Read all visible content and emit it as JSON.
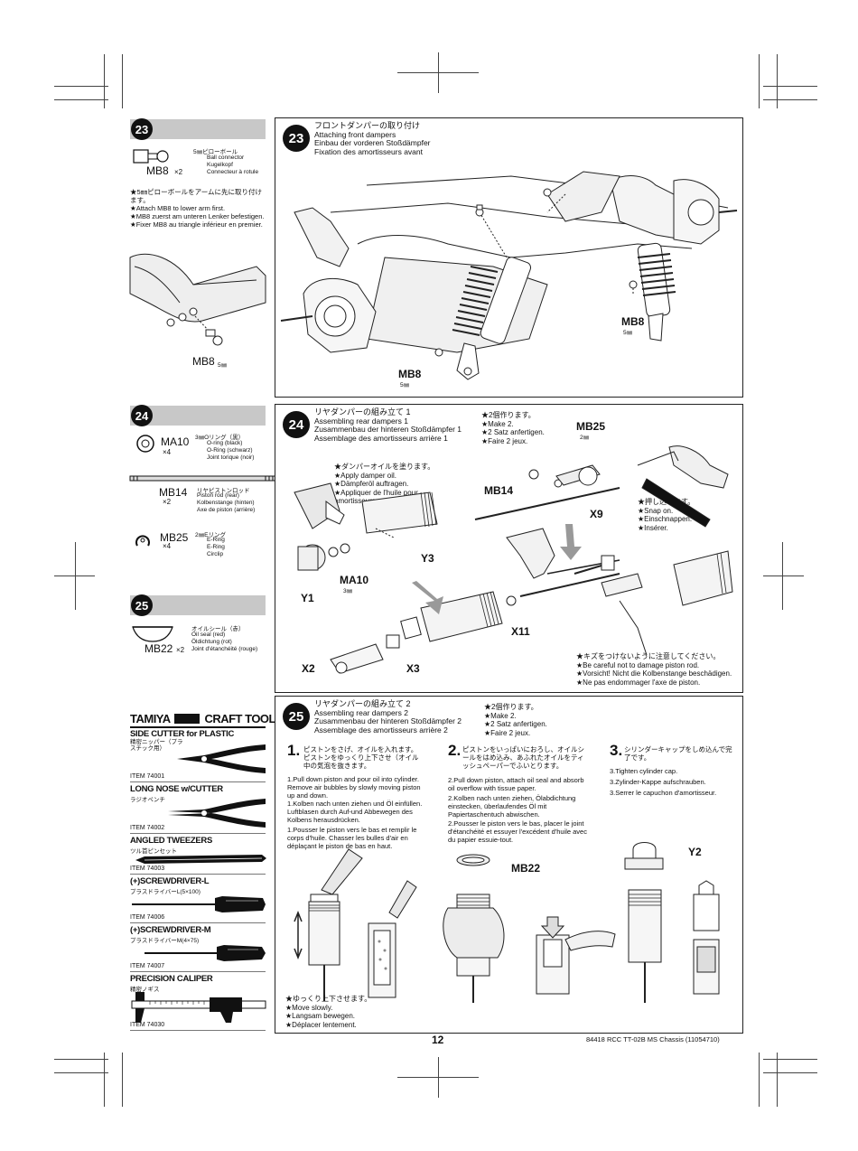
{
  "page_number": "12",
  "footer": "84418 RCC TT-02B MS Chassis (11054710)",
  "side23": {
    "num": "23",
    "jp": "5㎜ピローボール",
    "en": "Ball connector",
    "de": "Kugelkopf",
    "fr": "Connecteur à rotule",
    "code": "MB8",
    "qty": "×2",
    "note_jp": "★5㎜ピローボールをアームに先に取り付けます。",
    "note_en": "★Attach MB8 to lower arm first.",
    "note_de": "★MB8 zuerst am unteren Lenker befestigen.",
    "note_fr": "★Fixer MB8 au triangle inférieur en premier.",
    "fig_label": "MB8",
    "fig_size": "5㎜"
  },
  "side24": {
    "num": "24",
    "ma10_code": "MA10",
    "ma10_qty": "×4",
    "ma10_jp": "3㎜Oリング（黒）",
    "ma10_en": "O-ring (black)",
    "ma10_de": "O-Ring (schwarz)",
    "ma10_fr": "Joint torique (noir)",
    "mb14_code": "MB14",
    "mb14_qty": "×2",
    "mb14_jp": "リヤピストンロッド",
    "mb14_en": "Piston rod (rear)",
    "mb14_de": "Kolbenstange (hinten)",
    "mb14_fr": "Axe de piston (arrière)",
    "mb25_code": "MB25",
    "mb25_qty": "×4",
    "mb25_jp": "2㎜Eリング",
    "mb25_en": "E-Ring",
    "mb25_de": "E-Ring",
    "mb25_fr": "Circlip"
  },
  "side25": {
    "num": "25",
    "mb22_code": "MB22",
    "mb22_qty": "×2",
    "mb22_jp": "オイルシール（赤）",
    "mb22_en": "Oil seal (red)",
    "mb22_de": "Öldichtung (rot)",
    "mb22_fr": "Joint d'étanchéité (rouge)"
  },
  "tools": {
    "brand": "TAMIYA",
    "brand2": "CRAFT TOOLS",
    "items": [
      {
        "title": "SIDE CUTTER for PLASTIC",
        "jp": "精密ニッパー（プラスチック用）",
        "item": "ITEM 74001"
      },
      {
        "title": "LONG NOSE w/CUTTER",
        "jp": "ラジオペンチ",
        "item": "ITEM 74002"
      },
      {
        "title": "ANGLED TWEEZERS",
        "jp": "ツル首ピンセット",
        "item": "ITEM 74003"
      },
      {
        "title": "(+)SCREWDRIVER-L",
        "jp": "プラスドライバーL(5×100)",
        "item": "ITEM 74006"
      },
      {
        "title": "(+)SCREWDRIVER-M",
        "jp": "プラスドライバーM(4×75)",
        "item": "ITEM 74007"
      },
      {
        "title": "PRECISION CALIPER",
        "jp": "精密ノギス",
        "item": "ITEM 74030"
      }
    ]
  },
  "step23": {
    "num": "23",
    "jp": "フロントダンパーの取り付け",
    "en": "Attaching front dampers",
    "de": "Einbau der vorderen Stoßdämpfer",
    "fr": "Fixation des amortisseurs avant",
    "label1": "MB8",
    "label1_size": "5㎜",
    "label2": "MB8",
    "label2_size": "5㎜"
  },
  "step24": {
    "num": "24",
    "jp": "リヤダンパーの組み立て 1",
    "en": "Assembling rear dampers 1",
    "de": "Zusammenbau der hinteren Stoßdämpfer 1",
    "fr": "Assemblage des amortisseurs arrière 1",
    "make_jp": "★2個作ります。",
    "make_en": "★Make 2.",
    "make_de": "★2 Satz anfertigen.",
    "make_fr": "★Faire 2 jeux.",
    "oil_jp": "★ダンパーオイルを塗ります。",
    "oil_en": "★Apply damper oil.",
    "oil_de": "★Dämpferöl auftragen.",
    "oil_fr": "★Appliquer de l'huile pour amortisseurs.",
    "snap_jp": "★押し込みます。",
    "snap_en": "★Snap on.",
    "snap_de": "★Einschnappen.",
    "snap_fr": "★Insérer.",
    "care_jp": "★キズをつけないように注意してください。",
    "care_en": "★Be careful not to damage piston rod.",
    "care_de": "★Vorsicht! Nicht die Kolbenstange beschädigen.",
    "care_fr": "★Ne pas endommager l'axe de piston.",
    "mb25": "MB25",
    "mb25_size": "2㎜",
    "mb14": "MB14",
    "x9": "X9",
    "y3": "Y3",
    "y1": "Y1",
    "ma10": "MA10",
    "ma10_size": "3㎜",
    "x11": "X11",
    "x2": "X2",
    "x3": "X3"
  },
  "step25": {
    "num": "25",
    "jp": "リヤダンパーの組み立て 2",
    "en": "Assembling rear dampers 2",
    "de": "Zusammenbau der hinteren Stoßdämpfer 2",
    "fr": "Assemblage des amortisseurs arrière 2",
    "make_jp": "★2個作ります。",
    "make_en": "★Make 2.",
    "make_de": "★2 Satz anfertigen.",
    "make_fr": "★Faire 2 jeux.",
    "s1_num": "1.",
    "s1_jp": "ピストンをさげ、オイルを入れます。ピストンをゆっくり上下させ（オイル中の気泡を抜きます。",
    "s1_en": "1.Pull down piston and pour oil into cylinder. Remove air bubbles by slowly moving piston up and down.",
    "s1_de": "1.Kolben nach unten ziehen und Öl einfüllen. Luftblasen durch Auf-und Abbewegen des Kolbens herausdrücken.",
    "s1_fr": "1.Pousser le piston vers le bas et remplir le corps d'huile. Chasser les bulles d'air en déplaçant le piston de bas en haut.",
    "s2_num": "2.",
    "s2_jp": "ピストンをいっぱいにおろし、オイルシールをはめ込み、あふれたオイルをティッシュペーパーでふいとります。",
    "s2_en": "2.Pull down piston, attach oil seal and absorb oil overflow with tissue paper.",
    "s2_de": "2.Kolben nach unten ziehen, Ölabdichtung einstecken, überlaufendes Öl mit Papiertaschentuch abwischen.",
    "s2_fr": "2.Pousser le piston vers le bas, placer le joint d'étanchéité et essuyer l'excédent d'huile avec du papier essuie-tout.",
    "s3_num": "3.",
    "s3_jp": "シリンダーキャップをしめ込んで完了です。",
    "s3_en": "3.Tighten cylinder cap.",
    "s3_de": "3.Zylinder-Kappe aufschrauben.",
    "s3_fr": "3.Serrer le capuchon d'amortisseur.",
    "mb22": "MB22",
    "y2": "Y2",
    "slow_jp": "★ゆっくり上下させます。",
    "slow_en": "★Move slowly.",
    "slow_de": "★Langsam bewegen.",
    "slow_fr": "★Déplacer lentement."
  }
}
